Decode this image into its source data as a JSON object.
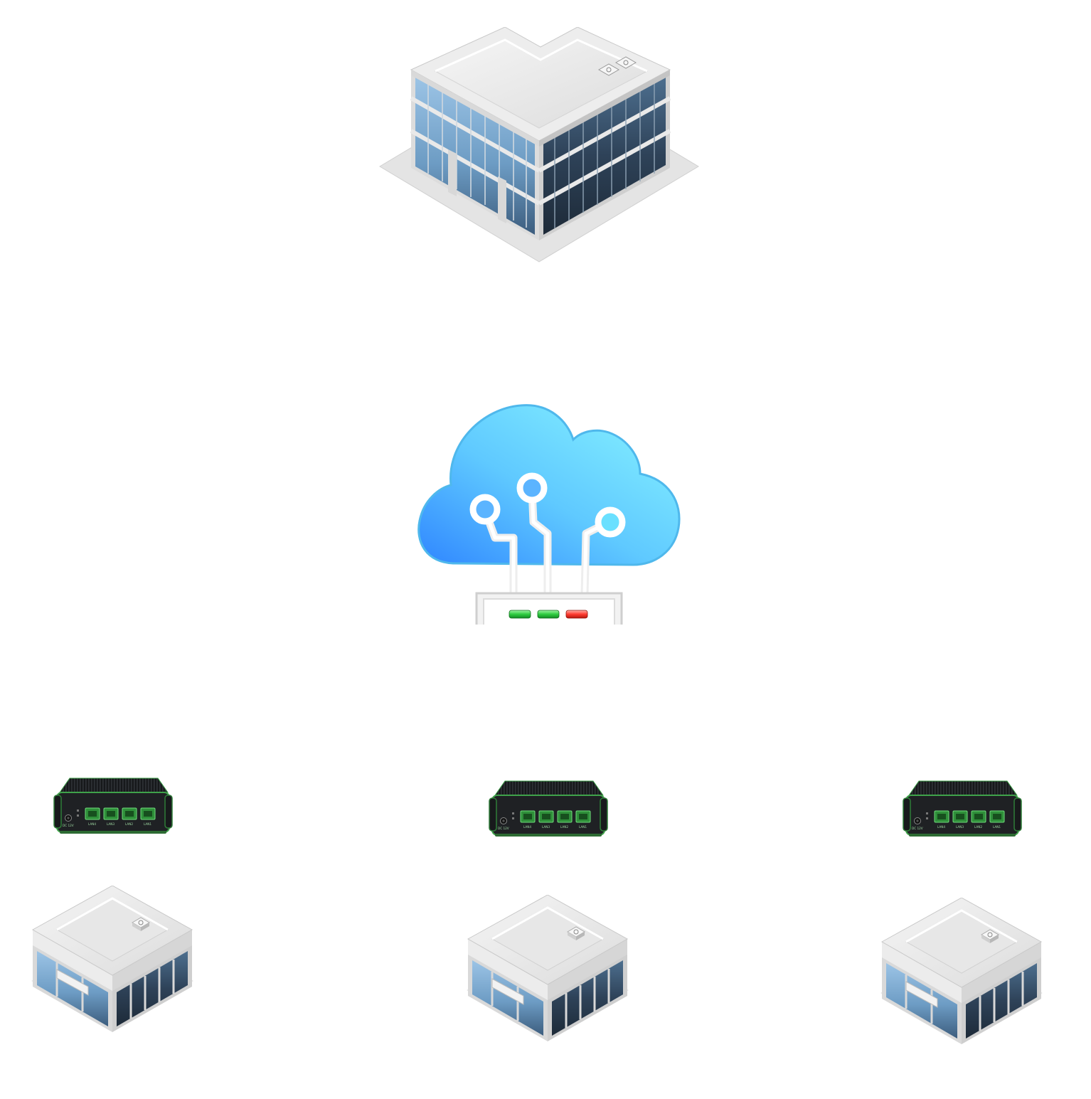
{
  "diagram": {
    "type": "network-topology",
    "background": "#ffffff",
    "colors": {
      "glass_light": "#8bb5d8",
      "glass_dark": "#2a3a4c",
      "roof": "#eeeeee",
      "cloud_light": "#7ff0ff",
      "cloud_dark": "#3a9bff",
      "led_green": "#2ecc40",
      "led_red": "#ff3b30",
      "firewall_body": "#1f2124",
      "port_green": "#3fa24a"
    },
    "nodes": [
      {
        "id": "hq",
        "icon": "office-building-icon"
      },
      {
        "id": "cloud",
        "icon": "cloud-router-icon",
        "leds": [
          "green",
          "green",
          "red"
        ]
      },
      {
        "id": "fw1",
        "icon": "firewall-appliance-icon",
        "port_labels": [
          "LAN4",
          "LAN3",
          "LAN2",
          "LAN1"
        ],
        "power_label": "DC 12V"
      },
      {
        "id": "fw2",
        "icon": "firewall-appliance-icon",
        "port_labels": [
          "LAN4",
          "LAN3",
          "LAN2",
          "LAN1"
        ],
        "power_label": "DC 12V"
      },
      {
        "id": "fw3",
        "icon": "firewall-appliance-icon",
        "port_labels": [
          "LAN4",
          "LAN3",
          "LAN2",
          "LAN1"
        ],
        "power_label": "DC 12V"
      },
      {
        "id": "branch1",
        "icon": "branch-building-icon"
      },
      {
        "id": "branch2",
        "icon": "branch-building-icon"
      },
      {
        "id": "branch3",
        "icon": "branch-building-icon"
      }
    ]
  }
}
